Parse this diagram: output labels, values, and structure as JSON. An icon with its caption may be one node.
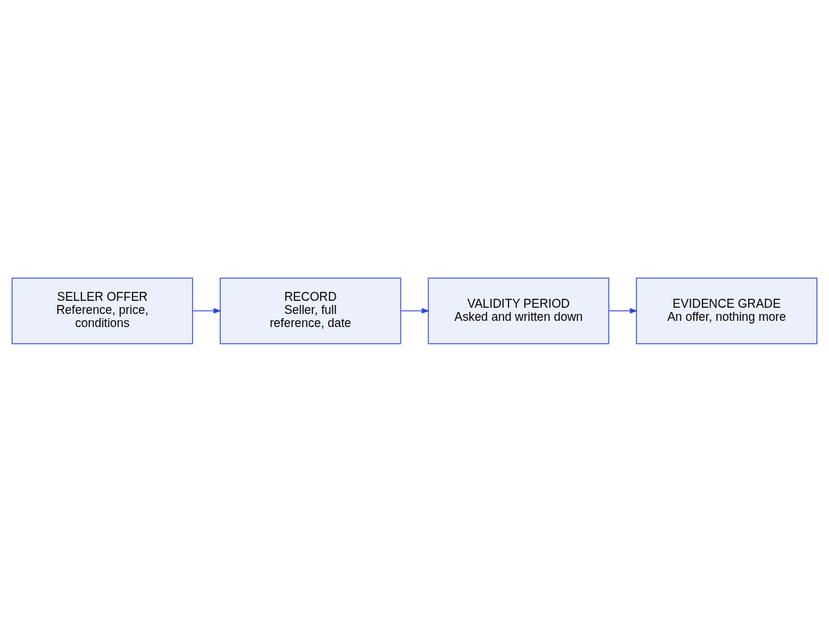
{
  "diagram": {
    "nodes": [
      {
        "text": [
          "SELLER OFFER",
          "Reference, price, conditions"
        ]
      },
      {
        "text": [
          "RECORD",
          "Seller, full reference, date"
        ]
      },
      {
        "text": [
          "VALIDITY PERIOD",
          "Asked and written down"
        ]
      },
      {
        "text": [
          "EVIDENCE GRADE",
          "An offer, nothing more"
        ]
      }
    ],
    "edges": [
      {
        "from": 0,
        "to": 1,
        "arrow": "to"
      },
      {
        "from": 1,
        "to": 2,
        "arrow": "to"
      },
      {
        "from": 2,
        "to": 3,
        "arrow": "to"
      }
    ]
  }
}
